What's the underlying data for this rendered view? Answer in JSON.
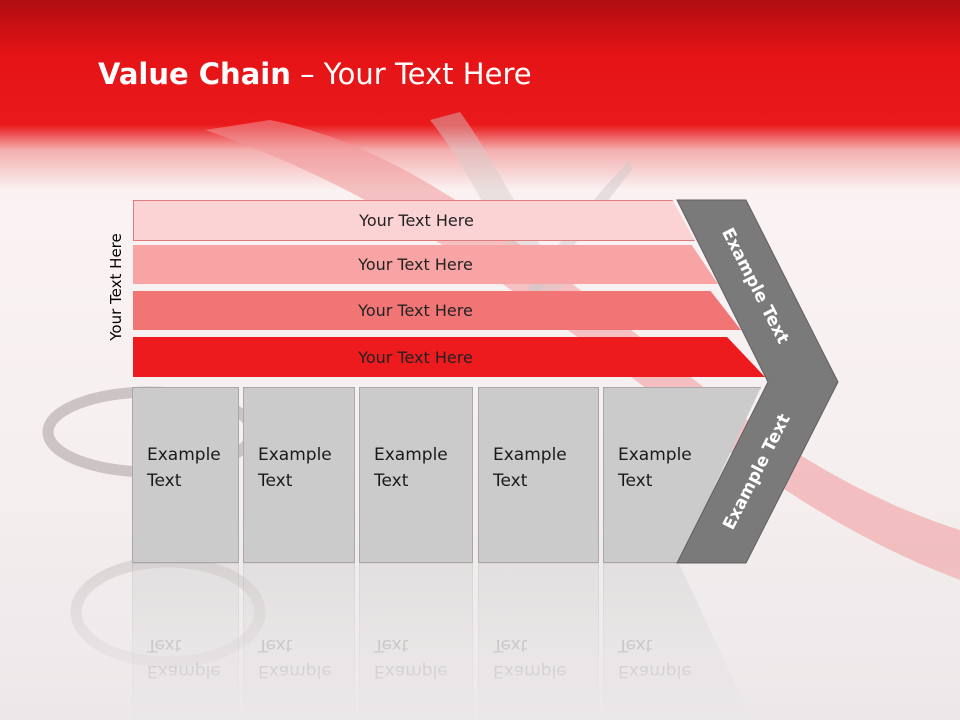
{
  "title": {
    "bold": "Value Chain",
    "rest": " – Your Text Here"
  },
  "side_label": "Your Text Here",
  "rows": [
    {
      "label": "Your Text Here"
    },
    {
      "label": "Your Text Here"
    },
    {
      "label": "Your Text Here"
    },
    {
      "label": "Your Text Here"
    }
  ],
  "boxes": [
    {
      "line1": "Example",
      "line2": "Text"
    },
    {
      "line1": "Example",
      "line2": "Text"
    },
    {
      "line1": "Example",
      "line2": "Text"
    },
    {
      "line1": "Example",
      "line2": "Text"
    },
    {
      "line1": "Example",
      "line2": "Text"
    }
  ],
  "chevron": {
    "upper": "Example Text",
    "lower": "Example Text"
  },
  "colors": {
    "header_red": "#e51316",
    "row1": "#fcd3d4",
    "row2": "#f8a3a4",
    "row3": "#f27576",
    "row4": "#ee1b1e",
    "box_gray": "#cbcbcb",
    "chevron_gray": "#7a7a7a"
  }
}
